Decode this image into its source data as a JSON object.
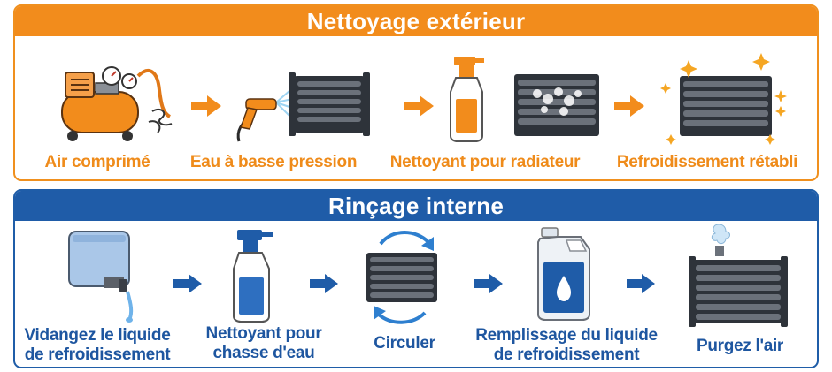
{
  "sections": [
    {
      "title": "Nettoyage extérieur",
      "accent": "#f28c1c",
      "steps": [
        {
          "label": "Air comprimé",
          "icon": "air-compressor-icon"
        },
        {
          "label": "Eau à basse pression",
          "icon": "pressure-washer-icon"
        },
        {
          "label": "Nettoyant pour radiateur",
          "icon": "spray-bottle-icon"
        },
        {
          "label": "Refroidissement rétabli",
          "icon": "clean-radiator-icon"
        }
      ]
    },
    {
      "title": "Rinçage interne",
      "accent": "#1f5ca8",
      "steps": [
        {
          "label_lines": [
            "Vidangez le liquide",
            "de refroidissement"
          ],
          "icon": "drain-tank-icon"
        },
        {
          "label_lines": [
            "Nettoyant pour",
            "chasse d'eau"
          ],
          "icon": "flush-spray-icon"
        },
        {
          "label": "Circuler",
          "icon": "circulate-arrows-icon"
        },
        {
          "label_lines": [
            "Remplissage du liquide",
            "de refroidissement"
          ],
          "icon": "coolant-jug-icon"
        },
        {
          "label": "Purgez l'air",
          "icon": "bleed-radiator-icon"
        }
      ]
    }
  ],
  "colors": {
    "orange": "#f28c1c",
    "blue": "#1f5ca8",
    "radiator": "#3a3f47"
  }
}
